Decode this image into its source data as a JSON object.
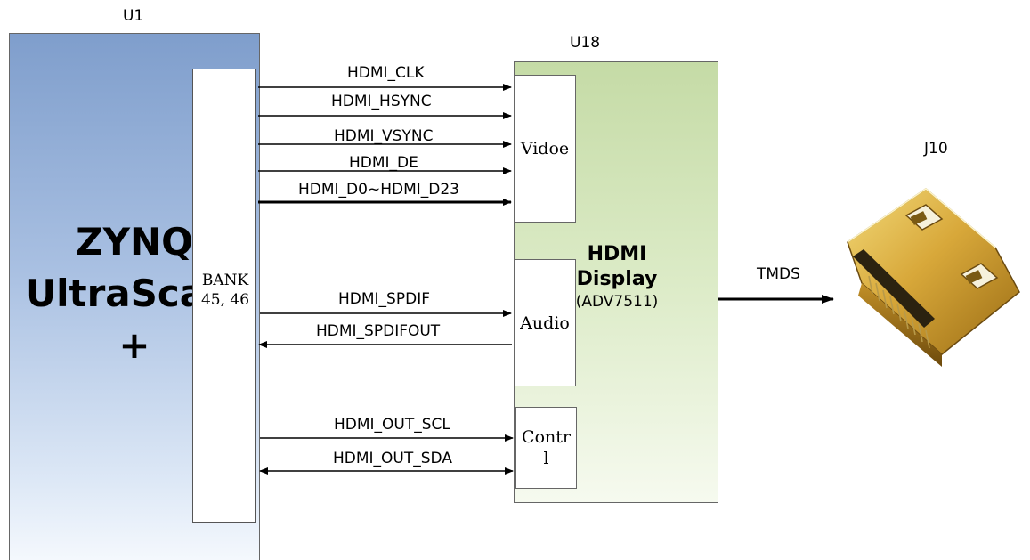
{
  "u1": {
    "ref": "U1",
    "title_lines": [
      "ZYNQ",
      "UltraScale",
      "+"
    ],
    "bank_label": "BANK 45, 46"
  },
  "u18": {
    "ref": "U18",
    "chip_name": "HDMI Display",
    "chip_part": "(ADV7511)",
    "blocks": {
      "video": "Vidoe",
      "audio": "Audio",
      "control": "Contr l"
    }
  },
  "j10": {
    "ref": "J10"
  },
  "signals": {
    "clk": "HDMI_CLK",
    "hsync": "HDMI_HSYNC",
    "vsync": "HDMI_VSYNC",
    "de": "HDMI_DE",
    "data": "HDMI_D0~HDMI_D23",
    "spdif": "HDMI_SPDIF",
    "spdifout": "HDMI_SPDIFOUT",
    "scl": "HDMI_OUT_SCL",
    "sda": "HDMI_OUT_SDA",
    "tmds": "TMDS"
  }
}
